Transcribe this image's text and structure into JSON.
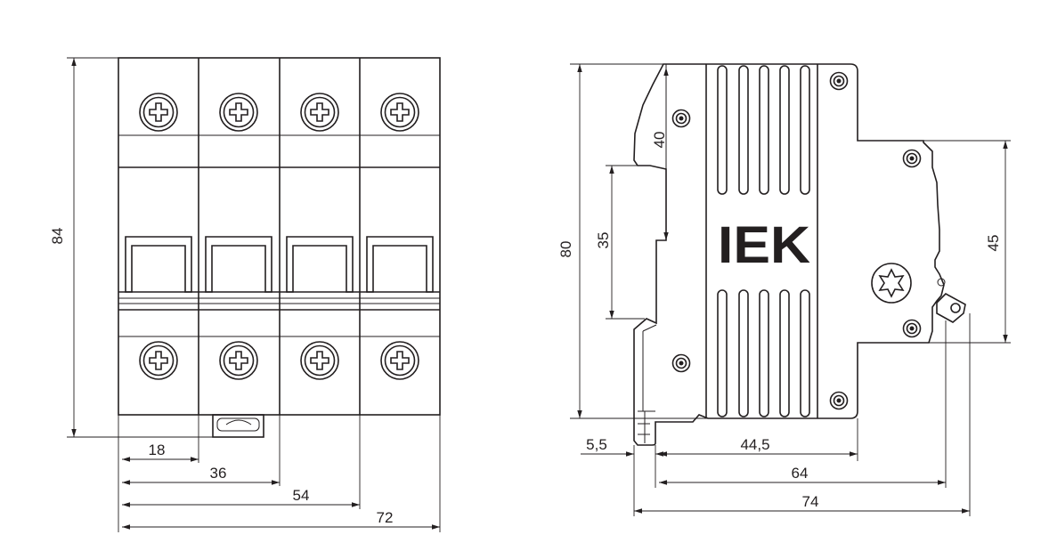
{
  "front_view": {
    "height_label": "84",
    "width_labels": [
      "18",
      "36",
      "54",
      "72"
    ],
    "pole_count": 4
  },
  "side_view": {
    "height_label": "80",
    "upper_label": "40",
    "rail_label": "35",
    "right_label": "45",
    "bottom_labels": [
      "5,5",
      "44,5",
      "64",
      "74"
    ],
    "brand": "IEK"
  }
}
